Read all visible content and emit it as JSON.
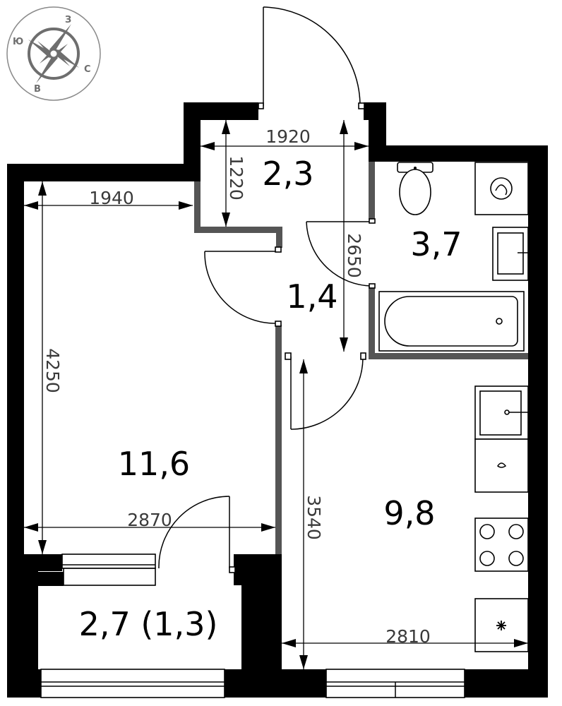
{
  "compass": {
    "letters": {
      "north": "З",
      "east": "С",
      "south": "В",
      "west": "Ю"
    },
    "color": "#6e6e6e"
  },
  "rooms": {
    "vestibule": "2,3",
    "corridor": "1,4",
    "bathroom": "3,7",
    "living_room": "11,6",
    "kitchen": "9,8",
    "balcony": "2,7 (1,3)"
  },
  "dimensions": {
    "vestibule_width": "1920",
    "vestibule_depth": "1220",
    "bathroom_depth": "2650",
    "living_top_width": "1940",
    "living_height": "4250",
    "living_width": "2870",
    "kitchen_height": "3540",
    "kitchen_width": "2810"
  },
  "colors": {
    "exterior_wall": "#000000",
    "partition_wall": "#555555",
    "dimension_text": "#3a3a3a"
  }
}
